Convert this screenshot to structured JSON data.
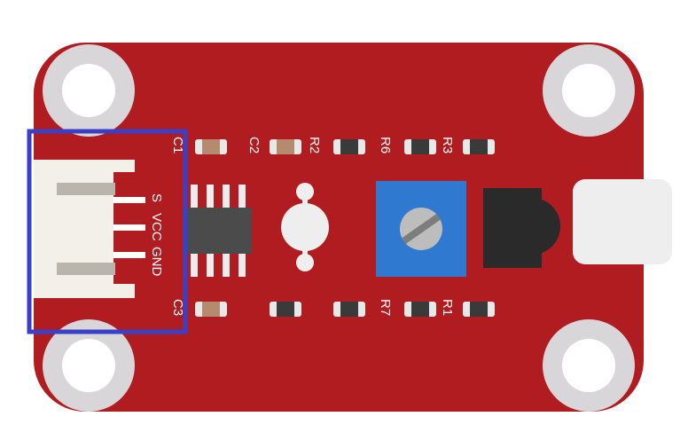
{
  "colors": {
    "pcb": "#b01c1f",
    "mount_hole": "#d9d6da",
    "connector": "#f3efe9",
    "connector_slot": "#b9b5ad",
    "pin": "#ffffff",
    "ic_body": "#4b4b4b",
    "ic_lead": "#ececec",
    "led": "#eeeeee",
    "pot_body": "#2f7ad0",
    "pot_knob": "#bdbdbd",
    "sensor_body": "#2a2a2a",
    "probe": "#eeeeee",
    "capacitor": "#b58b70",
    "resistor": "#3a3a3a",
    "smd_cap": "#e8e8e8",
    "highlight": "#3a3fc8"
  },
  "labels": {
    "c1": "C1",
    "c2": "C2",
    "r2": "R2",
    "r6": "R6",
    "r3": "R3",
    "c3": "C3",
    "r7": "R7",
    "r1": "R1",
    "pin_s": "S",
    "pin_vcc": "VCC",
    "pin_gnd": "GND"
  },
  "icons": {
    "potentiometer": "trimmer-screw-icon",
    "led": "led-icon",
    "sensor": "ir-receiver-icon"
  }
}
